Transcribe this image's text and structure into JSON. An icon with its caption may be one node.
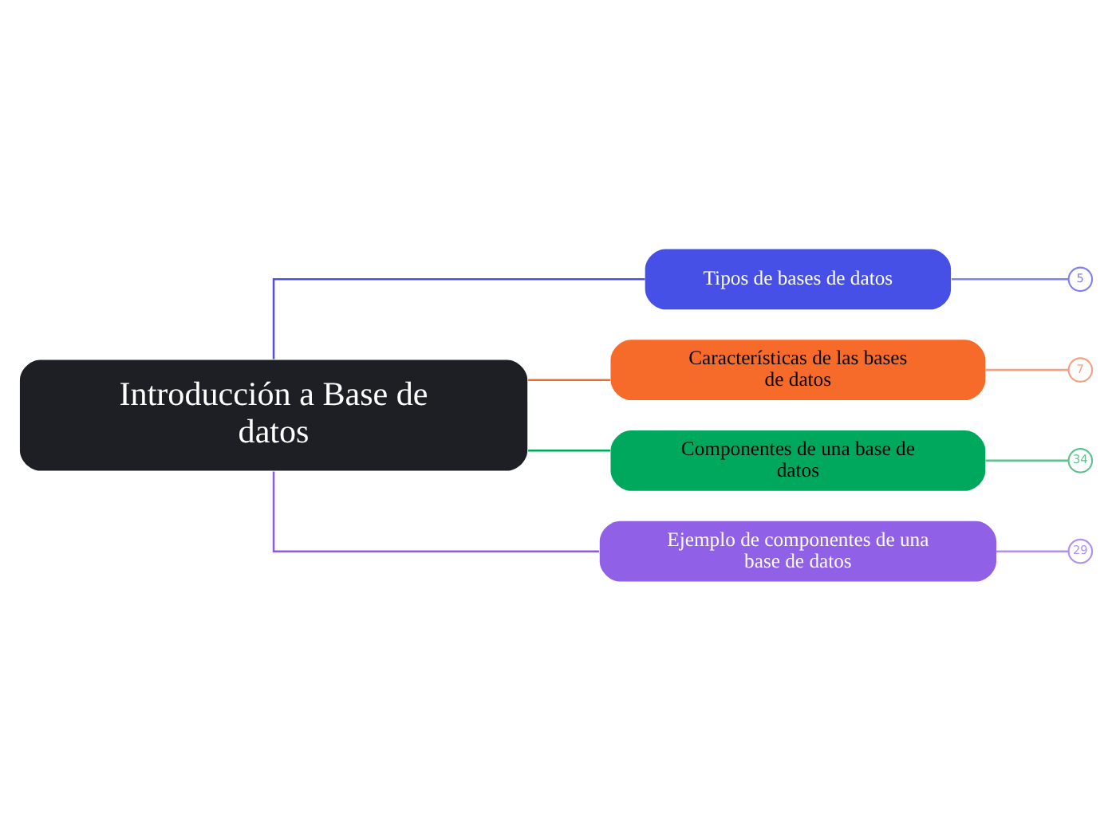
{
  "diagram": {
    "nodes": [
      {
        "text": [
          "Introducción a Base de datos"
        ]
      },
      {
        "text": [
          "Tipos de bases de datos"
        ]
      },
      {
        "text": [
          "Características de las bases de datos"
        ]
      },
      {
        "text": [
          "Componentes de una base de datos"
        ]
      },
      {
        "text": [
          "Ejemplo de componentes de una base de datos"
        ]
      },
      {
        "text": [
          "5"
        ]
      },
      {
        "text": [
          "7"
        ]
      },
      {
        "text": [
          "34"
        ]
      },
      {
        "text": [
          "29"
        ]
      }
    ],
    "edges": [
      {
        "from": 0,
        "to": 1,
        "arrow": "none",
        "color": "#5050e0"
      },
      {
        "from": 0,
        "to": 2,
        "arrow": "none",
        "color": "#f26a30"
      },
      {
        "from": 0,
        "to": 3,
        "arrow": "none",
        "color": "#00a65a"
      },
      {
        "from": 0,
        "to": 4,
        "arrow": "none",
        "color": "#8c5ce0"
      },
      {
        "from": 1,
        "to": 5,
        "arrow": "none",
        "color": "#8080f0"
      },
      {
        "from": 2,
        "to": 6,
        "arrow": "none",
        "color": "#f5a080"
      },
      {
        "from": 3,
        "to": 7,
        "arrow": "none",
        "color": "#60c090"
      },
      {
        "from": 4,
        "to": 8,
        "arrow": "none",
        "color": "#b090f0"
      }
    ]
  }
}
